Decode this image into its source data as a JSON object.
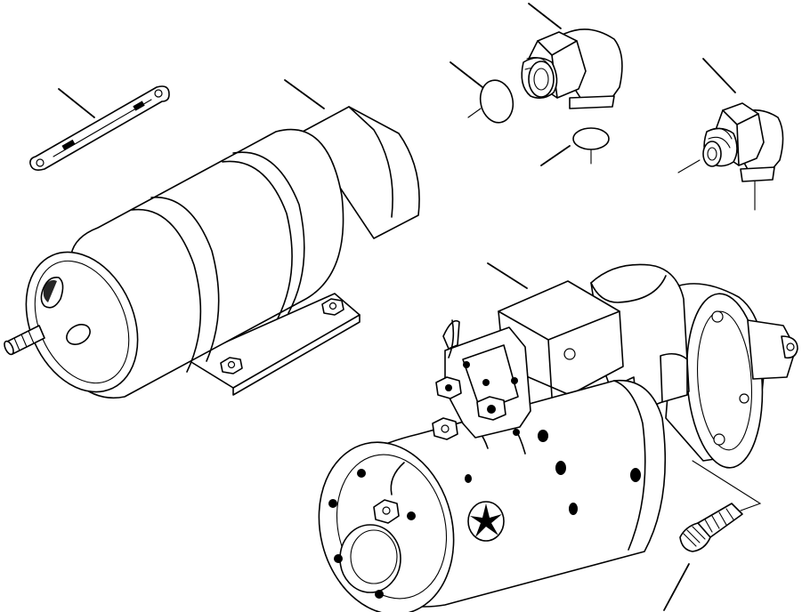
{
  "diagram": {
    "style": "black line-art exploded parts drawing",
    "parts": [
      {
        "name": "ground-strap"
      },
      {
        "name": "starter-relay-canister"
      },
      {
        "name": "elbow-fitting-large"
      },
      {
        "name": "o-ring-upper"
      },
      {
        "name": "o-ring-lower"
      },
      {
        "name": "elbow-fitting-small"
      },
      {
        "name": "starter-motor"
      },
      {
        "name": "drive-bolt"
      }
    ],
    "colors": {
      "line": "#000000",
      "background": "#ffffff"
    }
  }
}
